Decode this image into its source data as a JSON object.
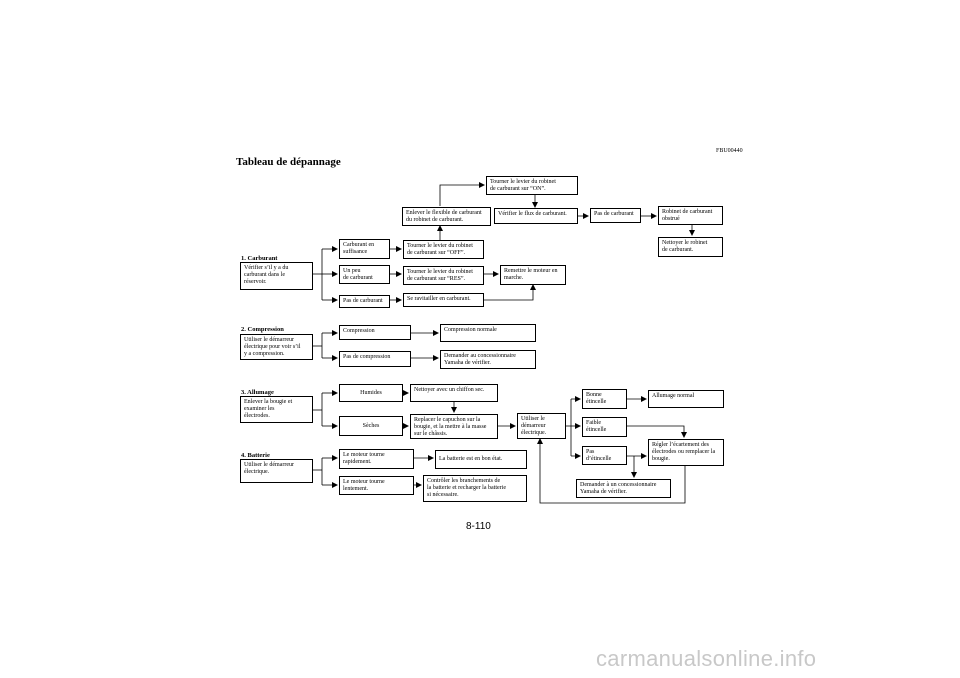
{
  "header": {
    "code": "FBU00440",
    "title": "Tableau de dépannage"
  },
  "sections": {
    "carburant": "1. Carburant",
    "compression": "2. Compression",
    "allumage": "3. Allumage",
    "batterie": "4. Batterie"
  },
  "boxes": {
    "verifier_carburant": "Vérifier s’il y a du\ncarburant dans le\nréservoir.",
    "carburant_suffisance": "Carburant en\nsuffisance",
    "un_peu": "Un peu\nde carburant",
    "pas_carburant": "Pas de carburant",
    "levier_off": "Tourner le levier du robinet\nde carburant sur “OFF”.",
    "levier_res": "Tourner le levier du robinet\nde carburant sur “RES”.",
    "ravitailler": "Se ravitailler en carburant.",
    "remettre_moteur": "Remettre le moteur en\nmarche.",
    "enlever_flexible": "Enlever le flexible de carburant\ndu robinet de carburant.",
    "levier_on": "Tourner le levier du  robinet\nde carburant sur “ON”.",
    "verifier_flux": "Vérifier le flux de carburant.",
    "pas_de_carburant_2": "Pas de carburant",
    "robinet_obstrue": "Robinet de carburant\nobstrué",
    "nettoyer_robinet": "Nettoyer le robinet\nde carburant.",
    "verifier_compression": "Utiliser le démarreur\nélectrique pour voir s’il\ny a compression.",
    "compression": "Compression",
    "compression_normale": "Compression normale",
    "pas_compression": "Pas de compression",
    "demander_concession_1": "Demander au concessionnaire\nYamaha de vérifier.",
    "enlever_bougie": "Enlever la bougie et\nexaminer les\nélectrodes.",
    "humides": "Humides",
    "nettoyer_chiffon": "Nettoyer avec un chiffon sec.",
    "seches": "Sèches",
    "replacer_capuchon": "Replacer le capuchon sur la\nbougie, et la mettre à la masse\nsur le châssis.",
    "utiliser_demarreur": "Utiliser le\ndémarreur\nélectrique.",
    "bonne_etincelle": "Bonne\nétincelle",
    "allumage_normal": "Allumage normal",
    "faible_etincelle": "Faible\nétincelle",
    "pas_etincelle": "Pas\nd’étincelle",
    "regler_ecartement": "Régler l’écartement des\nélectrodes ou remplacer la\nbougie.",
    "demander_concession_2": "Demander à un concessionnaire\nYamaha de vérifier.",
    "verifier_batterie": "Utiliser le démarreur\nélectrique.",
    "moteur_rapide": "Le moteur tourne\nrapidement.",
    "batterie_bon_etat": "La batterie est en bon état.",
    "moteur_lent": "Le moteur tourne\nlentement.",
    "controler_branchements": "Contrôler les branchements de\nla batterie et recharger la batterie\nsi nécessaire."
  },
  "footer": {
    "page_number": "8-110",
    "watermark": "carmanualsonline.info"
  }
}
